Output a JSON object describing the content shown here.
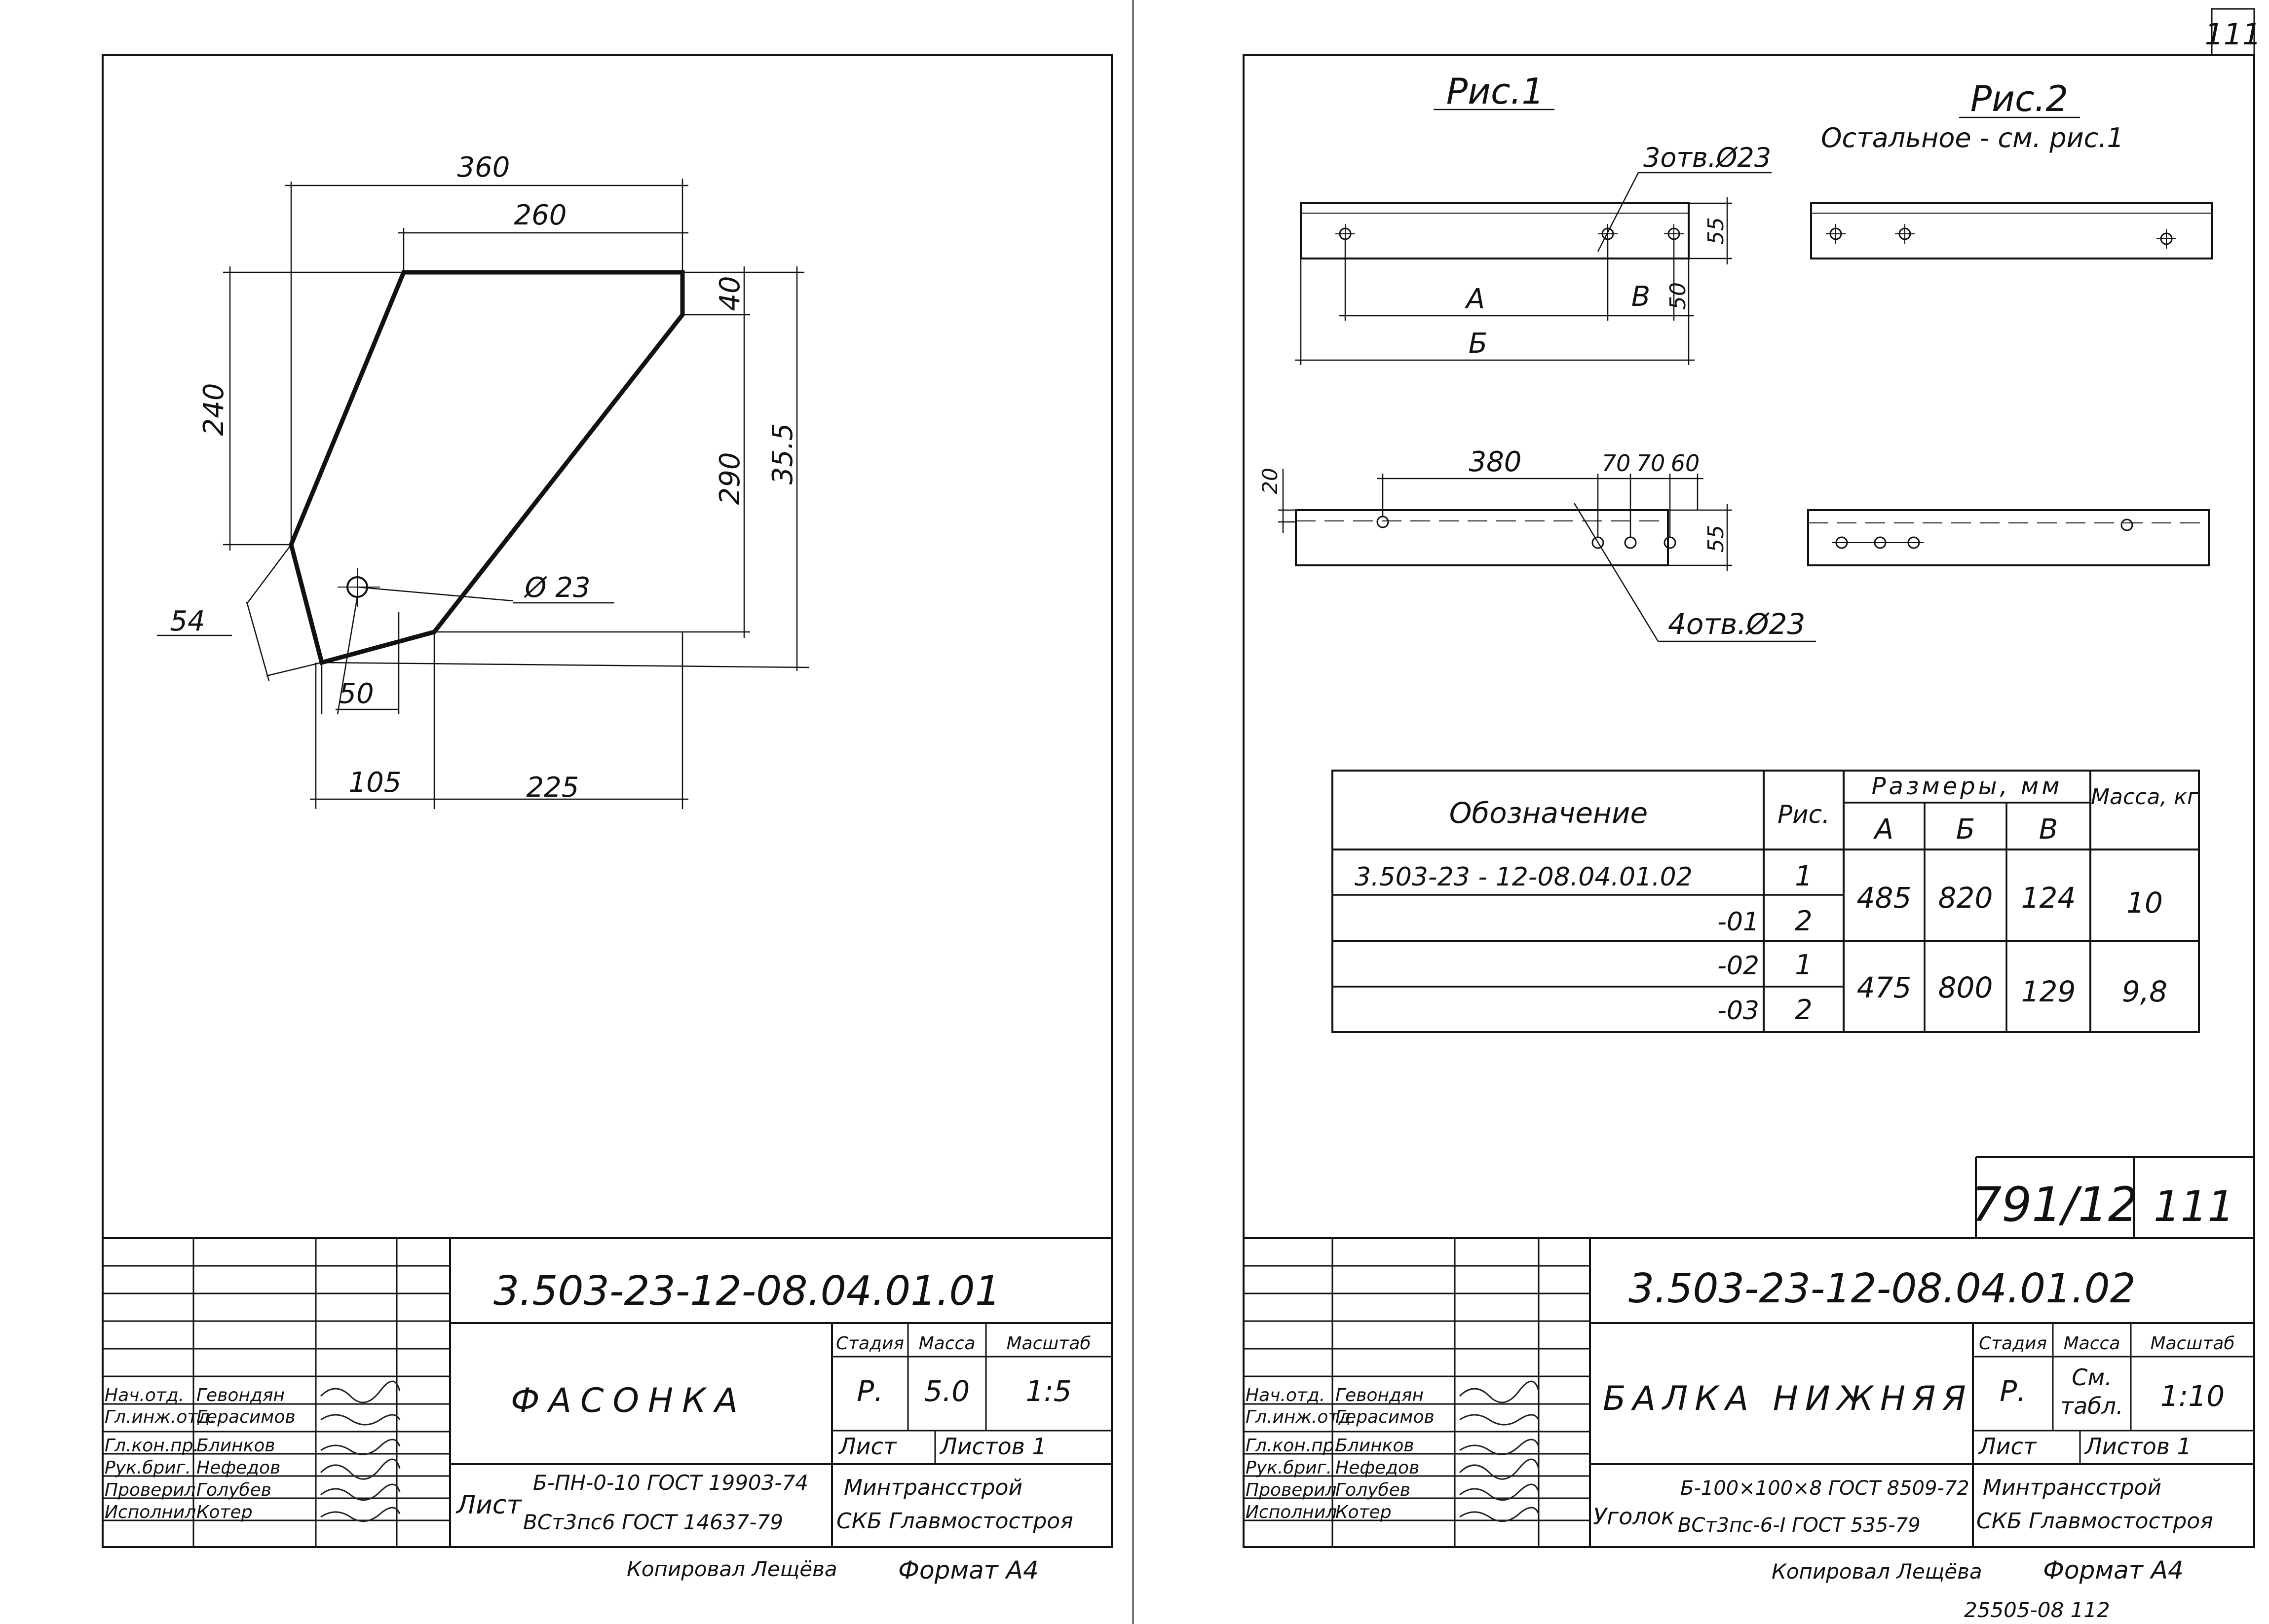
{
  "left": {
    "dims": {
      "d360": "360",
      "d260": "260",
      "d40": "40",
      "d240": "240",
      "d290": "290",
      "d355": "35.5",
      "d54": "54",
      "d50": "50",
      "dphi": "Ø 23",
      "d105": "105",
      "d225": "225"
    },
    "stamp": {
      "code": "3.503-23-12-08.04.01.01",
      "title": "ФАСОНКА",
      "stage_h": "Стадия",
      "mass_h": "Масса",
      "scale_h": "Масштаб",
      "stage": "Р.",
      "mass": "5.0",
      "scale": "1:5",
      "sheet": "Лист",
      "sheets": "Листов 1",
      "mat_label": "Лист",
      "mat1": "Б-ПН-0-10 ГОСТ 19903-74",
      "mat2": "ВСт3пс6 ГОСТ 14637-79",
      "org1": "Минтрансстрой",
      "org2": "СКБ Главмостостроя",
      "roles": [
        "Нач.отд.",
        "Гл.инж.отд.",
        "Гл.кон.пр.",
        "Рук.бриг.",
        "Проверил",
        "Исполнил"
      ],
      "names": [
        "Гевондян",
        "Герасимов",
        "Блинков",
        "Нефедов",
        "Голубев",
        "Котер"
      ],
      "copied": "Копировал Лещёва",
      "format": "Формат А4"
    }
  },
  "right": {
    "page_no": "111",
    "fig1": "Рис.1",
    "fig2": "Рис.2",
    "fig2_note": "Остальное - см. рис.1",
    "holes3": "3отв.Ø23",
    "holes4": "4отв.Ø23",
    "dims": {
      "d55a": "55",
      "dA": "А",
      "dB": "В",
      "d50": "50",
      "dBig": "Б",
      "d380": "380",
      "d70a": "70",
      "d70b": "70",
      "d60": "60",
      "d20": "20",
      "d55b": "55"
    },
    "table": {
      "h_desig": "Обозначение",
      "h_fig": "Рис.",
      "h_sizes": "Размеры, мм",
      "h_mass": "Масса, кг",
      "h_A": "А",
      "h_B": "Б",
      "h_V": "В",
      "rows": [
        {
          "desig": "3.503-23 - 12-08.04.01.02",
          "fig": "1"
        },
        {
          "desig": "-01",
          "fig": "2"
        },
        {
          "desig": "-02",
          "fig": "1"
        },
        {
          "desig": "-03",
          "fig": "2"
        }
      ],
      "g1": {
        "A": "485",
        "B": "820",
        "V": "124",
        "mass": "10"
      },
      "g2": {
        "A": "475",
        "B": "800",
        "V": "129",
        "mass": "9,8"
      }
    },
    "box_num": "791/12",
    "box_sheet": "111",
    "stamp": {
      "code": "3.503-23-12-08.04.01.02",
      "title": "БАЛКА НИЖНЯЯ",
      "stage_h": "Стадия",
      "mass_h": "Масса",
      "scale_h": "Масштаб",
      "stage": "Р.",
      "mass1": "См.",
      "mass2": "табл.",
      "scale": "1:10",
      "sheet": "Лист",
      "sheets": "Листов 1",
      "mat_label": "Уголок",
      "mat1": "Б-100×100×8 ГОСТ 8509-72",
      "mat2": "ВСт3пс-6-I ГОСТ 535-79",
      "org1": "Минтрансстрой",
      "org2": "СКБ Главмостостроя",
      "roles": [
        "Нач.отд.",
        "Гл.инж.отд.",
        "Гл.кон.пр.",
        "Рук.бриг.",
        "Проверил",
        "Исполнил"
      ],
      "names": [
        "Гевондян",
        "Герасимов",
        "Блинков",
        "Нефедов",
        "Голубев",
        "Котер"
      ],
      "copied": "Копировал Лещёва",
      "format": "Формат А4",
      "archive": "25505-08 112"
    }
  }
}
